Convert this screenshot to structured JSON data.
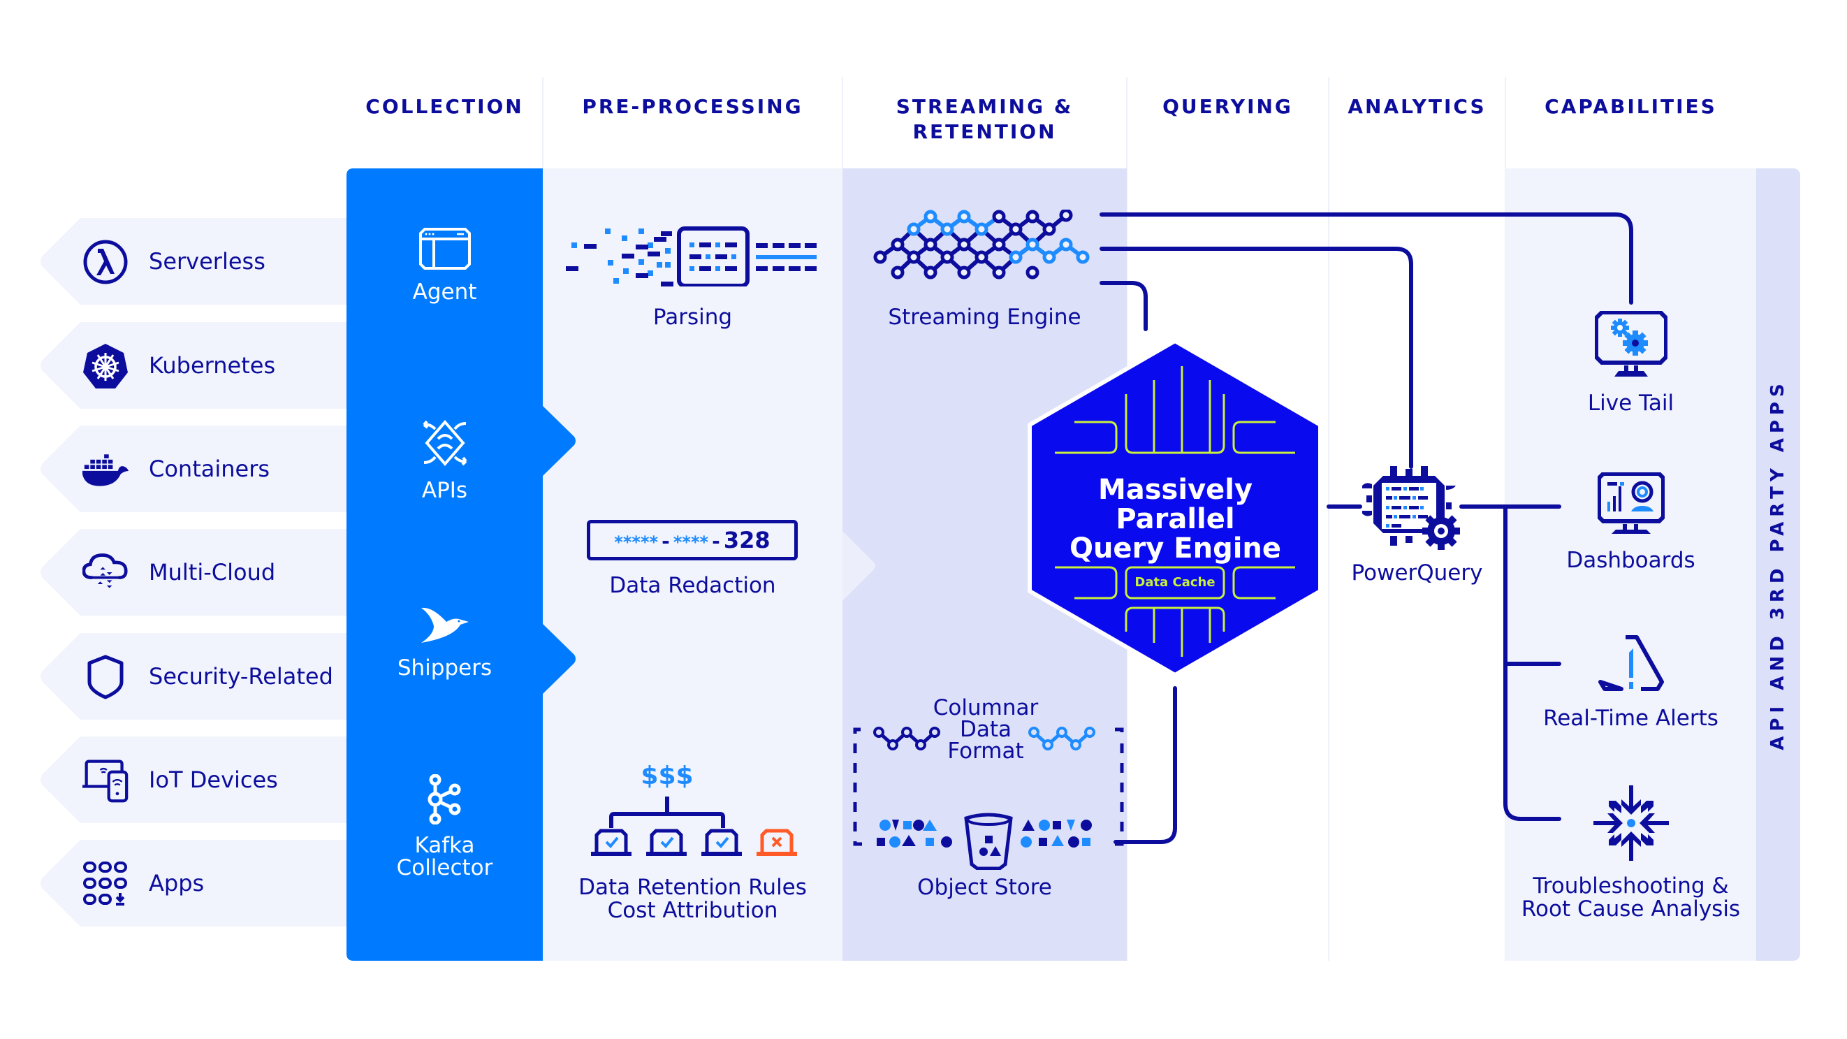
{
  "columns": {
    "collection": "COLLECTION",
    "preprocessing": "PRE-PROCESSING",
    "streaming_line1": "STREAMING &",
    "streaming_line2": "RETENTION",
    "querying": "QUERYING",
    "analytics": "ANALYTICS",
    "capabilities": "CAPABILITIES"
  },
  "sources": [
    {
      "label": "Serverless",
      "icon": "lambda-icon"
    },
    {
      "label": "Kubernetes",
      "icon": "kubernetes-icon"
    },
    {
      "label": "Containers",
      "icon": "docker-whale-icon"
    },
    {
      "label": "Multi-Cloud",
      "icon": "cloud-icon"
    },
    {
      "label": "Security-Related",
      "icon": "shield-icon"
    },
    {
      "label": "IoT Devices",
      "icon": "devices-icon"
    },
    {
      "label": "Apps",
      "icon": "apps-grid-icon"
    }
  ],
  "collection": [
    {
      "label": "Agent",
      "icon": "browser-window-icon"
    },
    {
      "label": "APIs",
      "icon": "api-exchange-icon"
    },
    {
      "label": "Shippers",
      "icon": "bird-icon"
    },
    {
      "label_line1": "Kafka",
      "label_line2": "Collector",
      "icon": "kafka-icon"
    }
  ],
  "preprocessing": {
    "parsing": "Parsing",
    "redaction_masked1": "*****",
    "redaction_sep": "-",
    "redaction_masked2": "****",
    "redaction_visible": "328",
    "redaction": "Data Redaction",
    "cost_symbol": "$$$",
    "retention_line1": "Data Retention Rules",
    "retention_line2": "Cost Attribution"
  },
  "streaming": {
    "engine": "Streaming Engine",
    "columnar_line1": "Columnar",
    "columnar_line2": "Data",
    "columnar_line3": "Format",
    "object_store": "Object Store"
  },
  "query_engine": {
    "title_line1": "Massively Parallel",
    "title_line2": "Query Engine",
    "cache": "Data Cache"
  },
  "analytics": {
    "powerquery": "PowerQuery"
  },
  "capabilities": [
    {
      "label": "Live Tail",
      "icon": "monitor-gears-icon"
    },
    {
      "label": "Dashboards",
      "icon": "monitor-dashboard-icon"
    },
    {
      "label": "Real-Time Alerts",
      "icon": "alert-triangle-icon"
    },
    {
      "label_line1": "Troubleshooting &",
      "label_line2": "Root Cause Analysis",
      "icon": "converge-arrows-icon"
    }
  ],
  "api_strip": "API AND 3RD PARTY APPS",
  "colors": {
    "navy": "#0c0d9c",
    "bright_blue": "#007bff",
    "light_blue": "#1e8bff",
    "royal_blue": "#0a0aef",
    "lime": "#c8f03c",
    "orange": "#ff5a28",
    "panel_light": "#f1f4fc",
    "panel_mid": "#dce0f8"
  }
}
